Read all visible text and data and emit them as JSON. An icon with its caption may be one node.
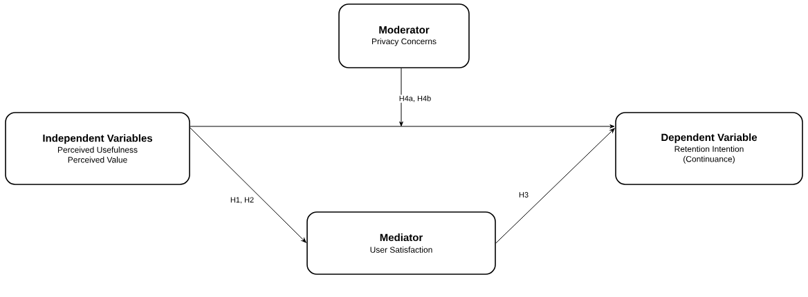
{
  "diagram": {
    "nodes": [
      {
        "text": [
          "Moderator",
          "Privacy Concerns"
        ]
      },
      {
        "text": [
          "Independent Variables",
          "Perceived Usefulness Perceived Value"
        ]
      },
      {
        "text": [
          "Dependent Variable",
          "Retention Intention (Continuance)"
        ]
      },
      {
        "text": [
          "Mediator",
          "User Satisfaction"
        ]
      }
    ],
    "edges": [
      {
        "from": 1,
        "to": 2,
        "arrow": "to"
      },
      {
        "from": 0,
        "to": null,
        "arrow": "to",
        "label": "H4a, H4b"
      },
      {
        "from": 1,
        "to": 3,
        "arrow": "to",
        "label": "H1, H2"
      },
      {
        "from": 3,
        "to": 2,
        "arrow": "to",
        "label": "H3"
      }
    ]
  }
}
